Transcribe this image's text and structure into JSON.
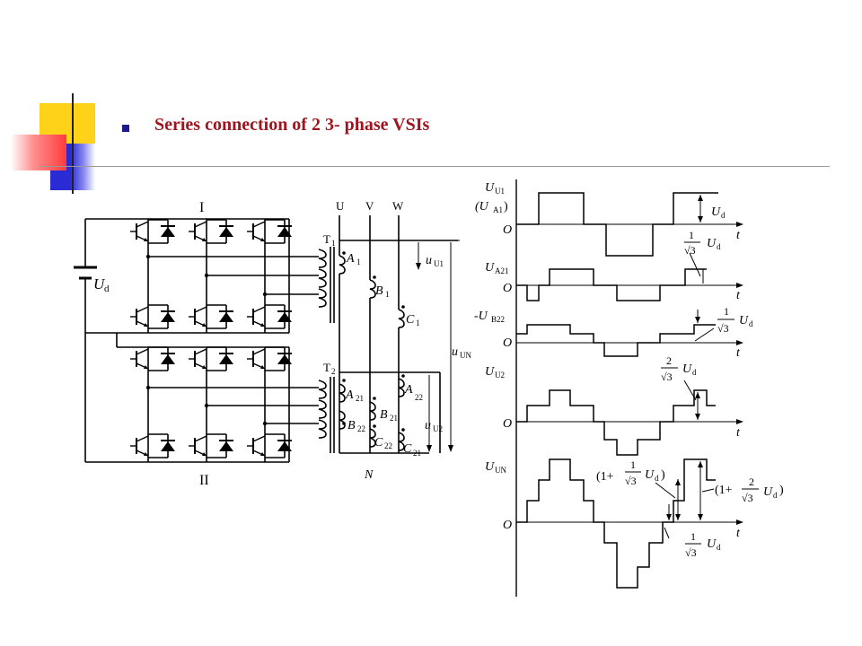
{
  "slide": {
    "title": "Series connection of 2 3- phase VSIs",
    "accent_colors": {
      "yellow": "#ffd21a",
      "red": "#ff3b3b",
      "blue": "#2b2bd6",
      "title": "#a0141e"
    }
  },
  "circuit": {
    "bridge_top_label": "I",
    "bridge_bottom_label": "II",
    "dc_source": {
      "symbol": "U",
      "sub": "d"
    },
    "phase_labels": [
      "U",
      "V",
      "W"
    ],
    "neutral_label": "N",
    "transformer1": {
      "symbol": "T",
      "sub": "1"
    },
    "transformer2": {
      "symbol": "T",
      "sub": "2"
    },
    "secondary1": [
      {
        "symbol": "A",
        "sub": "1"
      },
      {
        "symbol": "B",
        "sub": "1"
      },
      {
        "symbol": "C",
        "sub": "1"
      }
    ],
    "secondary2": [
      {
        "symbol": "A",
        "sub": "21"
      },
      {
        "symbol": "B",
        "sub": "22"
      },
      {
        "symbol": "B",
        "sub": "21"
      },
      {
        "symbol": "C",
        "sub": "22"
      },
      {
        "symbol": "A",
        "sub": "22"
      },
      {
        "symbol": "C",
        "sub": "21"
      }
    ],
    "voltage_u1": {
      "symbol": "u",
      "sub": "U1"
    },
    "voltage_u2": {
      "symbol": "u",
      "sub": "U2"
    },
    "voltage_un": {
      "symbol": "u",
      "sub": "UN"
    }
  },
  "waveforms": {
    "time_label": "t",
    "origin_label": "O",
    "traces": [
      {
        "label": "U",
        "label_sub": "U1",
        "label2": "(U",
        "label2_sub": "A1",
        "label2_close": ")"
      },
      {
        "label": "U",
        "label_sub": "A21"
      },
      {
        "label": "-U",
        "label_sub": "B22"
      },
      {
        "label": "U",
        "label_sub": "U2"
      },
      {
        "label": "U",
        "label_sub": "UN"
      }
    ],
    "annotations": {
      "ud": {
        "symbol": "U",
        "sub": "d"
      },
      "frac_1_num": "1",
      "frac_2_num": "2",
      "frac_den": "√3",
      "one_plus": "(1+",
      "close_paren": ")"
    }
  }
}
